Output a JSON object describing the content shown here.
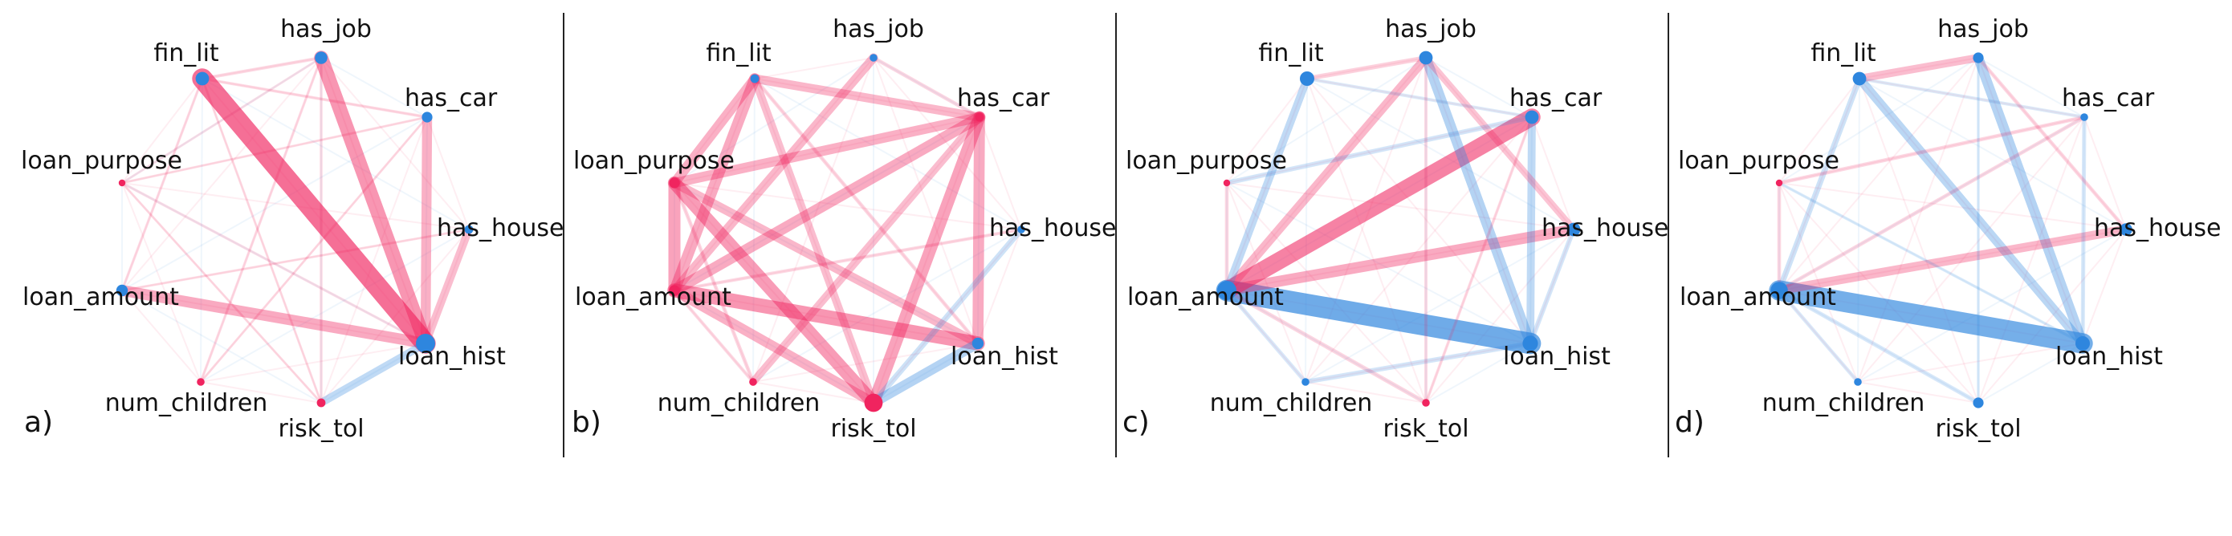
{
  "colors": {
    "positive": "#F0245F",
    "negative": "#2E86DE",
    "text": "#111111",
    "divider": "#222222"
  },
  "nodes": [
    "fin_lit",
    "has_job",
    "has_car",
    "has_house",
    "loan_hist",
    "risk_tol",
    "num_children",
    "loan_amount",
    "loan_purpose"
  ],
  "panels": [
    {
      "letter": "a)",
      "node_sizes": {
        "fin_lit": 0.45,
        "has_job": 0.4,
        "has_car": 0.3,
        "has_house": 0.2,
        "loan_hist": 0.75,
        "risk_tol": 0.2,
        "num_children": 0.15,
        "loan_amount": 0.35,
        "loan_purpose": 0.1
      },
      "node_signs": {
        "fin_lit": "neg",
        "has_job": "neg",
        "has_car": "neg",
        "has_house": "neg",
        "loan_hist": "neg",
        "risk_tol": "pos",
        "num_children": "pos",
        "loan_amount": "neg",
        "loan_purpose": "pos"
      },
      "edges": [
        [
          "fin_lit",
          "loan_hist",
          0.9,
          "pos"
        ],
        [
          "has_job",
          "loan_hist",
          0.6,
          "pos"
        ],
        [
          "has_car",
          "loan_hist",
          0.4,
          "pos"
        ],
        [
          "has_house",
          "loan_hist",
          0.3,
          "pos"
        ],
        [
          "loan_amount",
          "loan_hist",
          0.45,
          "pos"
        ],
        [
          "risk_tol",
          "loan_hist",
          0.3,
          "neg"
        ],
        [
          "fin_lit",
          "has_job",
          0.08,
          "pos"
        ],
        [
          "fin_lit",
          "has_car",
          0.06,
          "pos"
        ],
        [
          "has_job",
          "risk_tol",
          0.06,
          "pos"
        ],
        [
          "has_job",
          "num_children",
          0.05,
          "pos"
        ],
        [
          "loan_purpose",
          "loan_hist",
          0.05,
          "pos"
        ],
        [
          "fin_lit",
          "loan_amount",
          0.05,
          "pos"
        ],
        [
          "loan_purpose",
          "has_car",
          0.04,
          "pos"
        ],
        [
          "loan_amount",
          "has_house",
          0.04,
          "pos"
        ],
        [
          "num_children",
          "has_car",
          0.04,
          "pos"
        ],
        [
          "loan_purpose",
          "risk_tol",
          0.04,
          "pos"
        ],
        [
          "fin_lit",
          "risk_tol",
          0.04,
          "pos"
        ],
        [
          "has_job",
          "loan_purpose",
          0.04,
          "pos"
        ]
      ]
    },
    {
      "letter": "b)",
      "node_sizes": {
        "fin_lit": 0.2,
        "has_job": 0.15,
        "has_car": 0.2,
        "has_house": 0.15,
        "loan_hist": 0.35,
        "risk_tol": 0.7,
        "num_children": 0.15,
        "loan_amount": 0.3,
        "loan_purpose": 0.3
      },
      "node_signs": {
        "fin_lit": "neg",
        "has_job": "neg",
        "has_car": "pos",
        "has_house": "neg",
        "loan_hist": "neg",
        "risk_tol": "pos",
        "num_children": "pos",
        "loan_amount": "pos",
        "loan_purpose": "pos"
      },
      "edges": [
        [
          "loan_amount",
          "loan_hist",
          0.6,
          "pos"
        ],
        [
          "loan_purpose",
          "risk_tol",
          0.55,
          "pos"
        ],
        [
          "has_car",
          "risk_tol",
          0.5,
          "pos"
        ],
        [
          "has_car",
          "loan_amount",
          0.45,
          "pos"
        ],
        [
          "has_car",
          "loan_hist",
          0.45,
          "pos"
        ],
        [
          "fin_lit",
          "loan_amount",
          0.45,
          "pos"
        ],
        [
          "loan_purpose",
          "loan_amount",
          0.5,
          "pos"
        ],
        [
          "has_car",
          "loan_purpose",
          0.4,
          "pos"
        ],
        [
          "fin_lit",
          "loan_purpose",
          0.4,
          "pos"
        ],
        [
          "fin_lit",
          "has_car",
          0.35,
          "pos"
        ],
        [
          "has_job",
          "loan_amount",
          0.35,
          "pos"
        ],
        [
          "loan_purpose",
          "loan_hist",
          0.35,
          "pos"
        ],
        [
          "loan_amount",
          "risk_tol",
          0.4,
          "pos"
        ],
        [
          "fin_lit",
          "risk_tol",
          0.3,
          "pos"
        ],
        [
          "has_car",
          "num_children",
          0.3,
          "pos"
        ],
        [
          "risk_tol",
          "loan_hist",
          0.4,
          "neg"
        ],
        [
          "has_house",
          "risk_tol",
          0.2,
          "neg"
        ],
        [
          "fin_lit",
          "loan_hist",
          0.1,
          "pos"
        ],
        [
          "has_job",
          "has_car",
          0.1,
          "pos"
        ],
        [
          "loan_purpose",
          "num_children",
          0.1,
          "pos"
        ],
        [
          "loan_amount",
          "num_children",
          0.08,
          "pos"
        ],
        [
          "has_house",
          "loan_amount",
          0.08,
          "pos"
        ]
      ]
    },
    {
      "letter": "c)",
      "node_sizes": {
        "fin_lit": 0.5,
        "has_job": 0.45,
        "has_car": 0.45,
        "has_house": 0.45,
        "loan_hist": 0.55,
        "risk_tol": 0.15,
        "num_children": 0.15,
        "loan_amount": 0.75,
        "loan_purpose": 0.1
      },
      "node_signs": {
        "fin_lit": "neg",
        "has_job": "neg",
        "has_car": "neg",
        "has_house": "neg",
        "loan_hist": "neg",
        "risk_tol": "pos",
        "num_children": "neg",
        "loan_amount": "neg",
        "loan_purpose": "pos"
      },
      "edges": [
        [
          "loan_amount",
          "loan_hist",
          0.95,
          "neg"
        ],
        [
          "has_car",
          "loan_amount",
          0.75,
          "pos"
        ],
        [
          "has_house",
          "loan_amount",
          0.45,
          "pos"
        ],
        [
          "has_job",
          "loan_hist",
          0.4,
          "neg"
        ],
        [
          "has_job",
          "loan_amount",
          0.35,
          "pos"
        ],
        [
          "has_car",
          "loan_hist",
          0.3,
          "neg"
        ],
        [
          "fin_lit",
          "loan_amount",
          0.3,
          "neg"
        ],
        [
          "has_job",
          "has_house",
          0.25,
          "pos"
        ],
        [
          "fin_lit",
          "has_job",
          0.15,
          "pos"
        ],
        [
          "loan_purpose",
          "has_car",
          0.15,
          "neg"
        ],
        [
          "has_house",
          "loan_hist",
          0.15,
          "neg"
        ],
        [
          "num_children",
          "loan_hist",
          0.15,
          "neg"
        ],
        [
          "loan_amount",
          "risk_tol",
          0.12,
          "pos"
        ],
        [
          "loan_amount",
          "num_children",
          0.12,
          "neg"
        ],
        [
          "loan_purpose",
          "loan_amount",
          0.1,
          "pos"
        ],
        [
          "fin_lit",
          "has_car",
          0.08,
          "neg"
        ],
        [
          "has_job",
          "risk_tol",
          0.08,
          "pos"
        ],
        [
          "has_car",
          "risk_tol",
          0.06,
          "pos"
        ]
      ]
    },
    {
      "letter": "d)",
      "node_sizes": {
        "fin_lit": 0.45,
        "has_job": 0.3,
        "has_car": 0.15,
        "has_house": 0.4,
        "loan_hist": 0.5,
        "risk_tol": 0.3,
        "num_children": 0.15,
        "loan_amount": 0.65,
        "loan_purpose": 0.1
      },
      "node_signs": {
        "fin_lit": "neg",
        "has_job": "neg",
        "has_car": "neg",
        "has_house": "neg",
        "loan_hist": "neg",
        "risk_tol": "neg",
        "num_children": "neg",
        "loan_amount": "neg",
        "loan_purpose": "pos"
      },
      "edges": [
        [
          "loan_amount",
          "loan_hist",
          0.9,
          "neg"
        ],
        [
          "has_job",
          "loan_hist",
          0.4,
          "neg"
        ],
        [
          "fin_lit",
          "loan_hist",
          0.35,
          "neg"
        ],
        [
          "loan_amount",
          "has_house",
          0.35,
          "pos"
        ],
        [
          "fin_lit",
          "has_job",
          0.3,
          "pos"
        ],
        [
          "fin_lit",
          "loan_amount",
          0.2,
          "neg"
        ],
        [
          "has_car",
          "loan_hist",
          0.12,
          "neg"
        ],
        [
          "loan_purpose",
          "loan_amount",
          0.1,
          "pos"
        ],
        [
          "has_car",
          "loan_amount",
          0.1,
          "pos"
        ],
        [
          "loan_amount",
          "risk_tol",
          0.12,
          "neg"
        ],
        [
          "loan_amount",
          "num_children",
          0.1,
          "neg"
        ],
        [
          "has_job",
          "has_house",
          0.1,
          "pos"
        ],
        [
          "loan_purpose",
          "has_car",
          0.1,
          "pos"
        ],
        [
          "fin_lit",
          "has_car",
          0.08,
          "neg"
        ],
        [
          "has_job",
          "risk_tol",
          0.06,
          "neg"
        ],
        [
          "loan_purpose",
          "loan_hist",
          0.06,
          "neg"
        ]
      ]
    }
  ]
}
